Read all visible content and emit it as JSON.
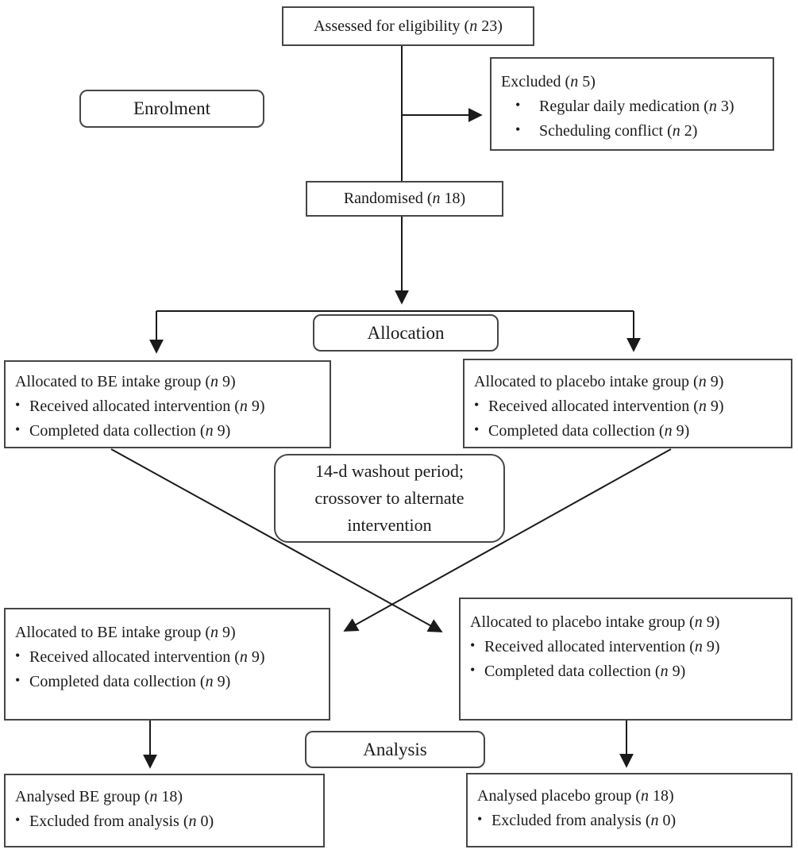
{
  "figure": {
    "bullet_glyph": "•",
    "stage_labels": {
      "enrolment": "Enrolment",
      "allocation": "Allocation",
      "analysis": "Analysis"
    }
  },
  "colors": {
    "line": "#1a1a1a",
    "border": "#464646",
    "text": "#1a1a1a",
    "background": "#ffffff"
  },
  "boxes": {
    "assessed": {
      "title": {
        "pre": "Assessed for eligibility (",
        "n": "n",
        "post": " 23)"
      }
    },
    "excluded": {
      "title": {
        "pre": "Excluded (",
        "n": "n",
        "post": " 5)"
      },
      "bullets": [
        {
          "pre": "Regular daily medication (",
          "n": "n",
          "post": " 3)"
        },
        {
          "pre": "Scheduling conflict (",
          "n": "n",
          "post": " 2)"
        }
      ]
    },
    "randomised": {
      "title": {
        "pre": "Randomised (",
        "n": "n",
        "post": " 18)"
      }
    },
    "alloc_be_1": {
      "title": {
        "pre": "Allocated to BE intake group (",
        "n": "n",
        "post": " 9)"
      },
      "bullets": [
        {
          "pre": "Received allocated intervention (",
          "n": "n",
          "post": " 9)"
        },
        {
          "pre": "Completed data collection (",
          "n": "n",
          "post": " 9)"
        }
      ]
    },
    "alloc_placebo_1": {
      "title": {
        "pre": "Allocated to placebo intake group (",
        "n": "n",
        "post": " 9)"
      },
      "bullets": [
        {
          "pre": "Received allocated intervention (",
          "n": "n",
          "post": " 9)"
        },
        {
          "pre": "Completed data collection (",
          "n": "n",
          "post": " 9)"
        }
      ]
    },
    "washout": {
      "lines": [
        "14-d washout period;",
        "crossover to alternate",
        "intervention"
      ]
    },
    "alloc_be_2": {
      "title": {
        "pre": "Allocated to BE intake group (",
        "n": "n",
        "post": " 9)"
      },
      "bullets": [
        {
          "pre": "Received allocated intervention (",
          "n": "n",
          "post": " 9)"
        },
        {
          "pre": "Completed data collection (",
          "n": "n",
          "post": " 9)"
        }
      ]
    },
    "alloc_placebo_2": {
      "title": {
        "pre": "Allocated to placebo intake group (",
        "n": "n",
        "post": " 9)"
      },
      "bullets": [
        {
          "pre": "Received allocated intervention (",
          "n": "n",
          "post": " 9)"
        },
        {
          "pre": "Completed data collection (",
          "n": "n",
          "post": " 9)"
        }
      ]
    },
    "analysed_be": {
      "title": {
        "pre": "Analysed BE group (",
        "n": "n",
        "post": " 18)"
      },
      "bullets": [
        {
          "pre": "Excluded from analysis (",
          "n": "n",
          "post": " 0)"
        }
      ]
    },
    "analysed_placebo": {
      "title": {
        "pre": "Analysed placebo group (",
        "n": "n",
        "post": " 18)"
      },
      "bullets": [
        {
          "pre": "Excluded from analysis (",
          "n": "n",
          "post": " 0)"
        }
      ]
    }
  }
}
